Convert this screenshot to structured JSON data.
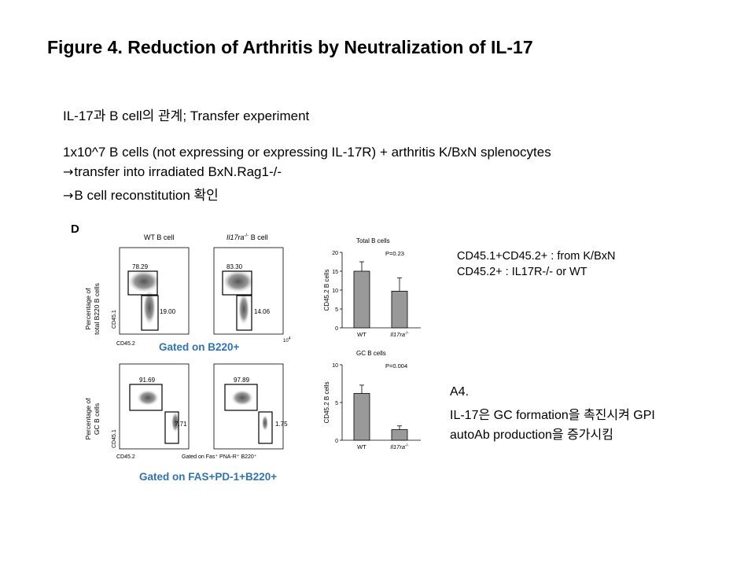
{
  "slide": {
    "title": "Figure 4. Reduction of Arthritis by Neutralization of IL-17",
    "subtitle": "IL-17과 B cell의 관계; Transfer experiment",
    "protocol_line1": "1x10^7 B cells (not expressing or expressing IL-17R) + arthritis K/BxN splenocytes",
    "protocol_line2": "transfer into irradiated BxN.Rag1-/-",
    "protocol_line3": "B cell reconstitution 확인",
    "arrow_glyph": "→",
    "note_line1": "CD45.1+CD45.2+ : from K/BxN",
    "note_line2": "CD45.2+ : IL17R-/- or WT",
    "a4_label": "A4.",
    "a4_line1": "IL-17은 GC formation을 촉진시켜 GPI",
    "a4_line2": "autoAb production을 증가시킴",
    "gate_top": "Gated on B220+",
    "gate_bottom": "Gated on FAS+PD-1+B220+"
  },
  "figure": {
    "panel_letter": "D",
    "wt_label": "WT B cell",
    "ko_label": "Il17ra",
    "ko_sup": "-/-",
    "ko_suffix": " B cell",
    "top_ylabel_1": "Percentage of",
    "top_ylabel_2": "total B220 B cells",
    "bottom_ylabel_1": "Percentage of",
    "bottom_ylabel_2": "GC B cells",
    "axis_cd451": "CD45.1",
    "axis_cd452": "CD45.2",
    "axis_tick": "10",
    "axis_tick_sup": "4",
    "bottom_xaxis": "Gated on Fas⁺ PNA-R⁺ B220⁺",
    "wt_top_gate1": "78.29",
    "wt_top_gate2": "19.00",
    "ko_top_gate1": "83.30",
    "ko_top_gate2": "14.06",
    "wt_bot_gate1": "91.69",
    "wt_bot_gate2": "7.71",
    "ko_bot_gate1": "97.89",
    "ko_bot_gate2": "1.75"
  },
  "chart_data": [
    {
      "type": "bar",
      "title": "Total B cells",
      "annotation": "P=0.23",
      "ylabel": "CD45.2 B cells",
      "categories": [
        "WT",
        "Il17ra-/-"
      ],
      "values": [
        15,
        9.7
      ],
      "errors": [
        2.5,
        3.5
      ],
      "ylim": [
        0,
        20
      ],
      "yticks": [
        0,
        5,
        10,
        15,
        20
      ],
      "bar_color": "#999999"
    },
    {
      "type": "bar",
      "title": "GC B cells",
      "annotation": "P=0.004",
      "ylabel": "CD45.2 B cells",
      "categories": [
        "WT",
        "Il17ra-/-"
      ],
      "values": [
        6.2,
        1.4
      ],
      "errors": [
        1.1,
        0.5
      ],
      "ylim": [
        0,
        10
      ],
      "yticks": [
        0,
        5,
        10
      ],
      "bar_color": "#999999"
    }
  ]
}
